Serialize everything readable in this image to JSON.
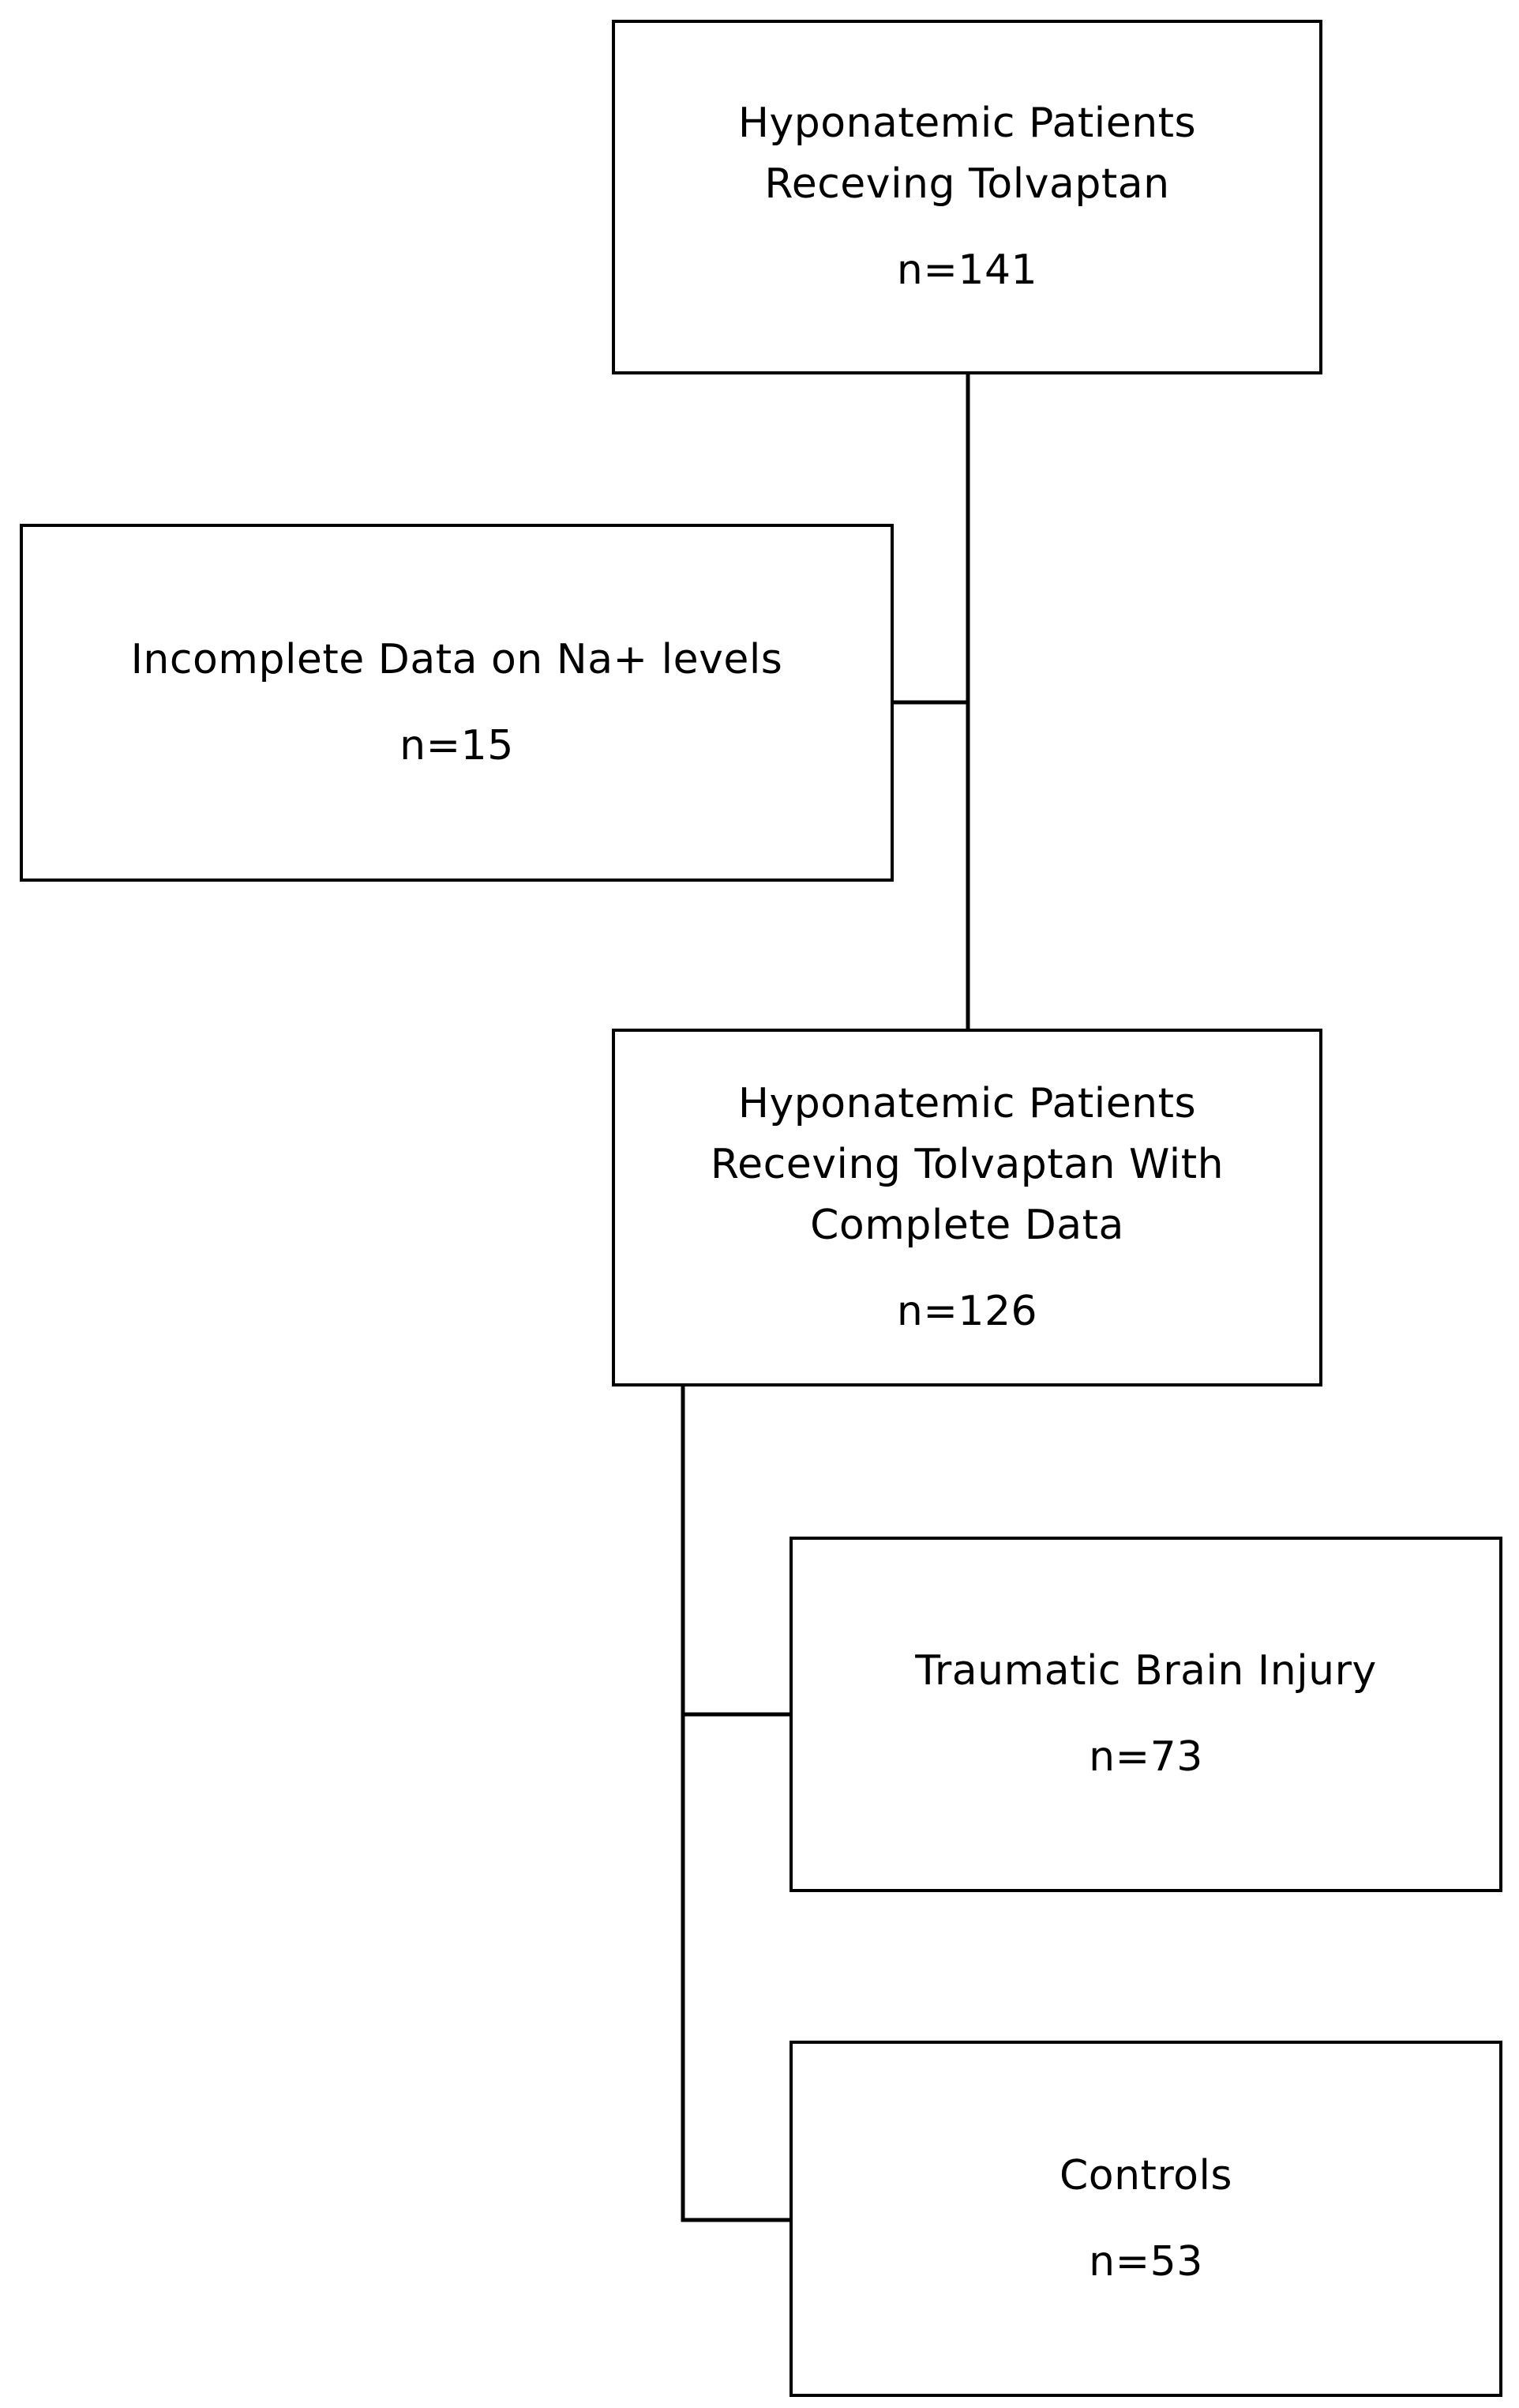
{
  "boxes": {
    "total": {
      "title_lines": [
        "Hyponatemic Patients",
        "Receving Tolvaptan"
      ],
      "count": "n=141"
    },
    "excluded": {
      "title_lines": [
        "Incomplete Data on Na+ levels"
      ],
      "count": "n=15"
    },
    "complete": {
      "title_lines": [
        "Hyponatemic Patients",
        "Receving Tolvaptan With",
        "Complete Data"
      ],
      "count": "n=126"
    },
    "tbi": {
      "title_lines": [
        "Traumatic Brain Injury"
      ],
      "count": "n=73"
    },
    "controls": {
      "title_lines": [
        "Controls"
      ],
      "count": "n=53"
    }
  }
}
